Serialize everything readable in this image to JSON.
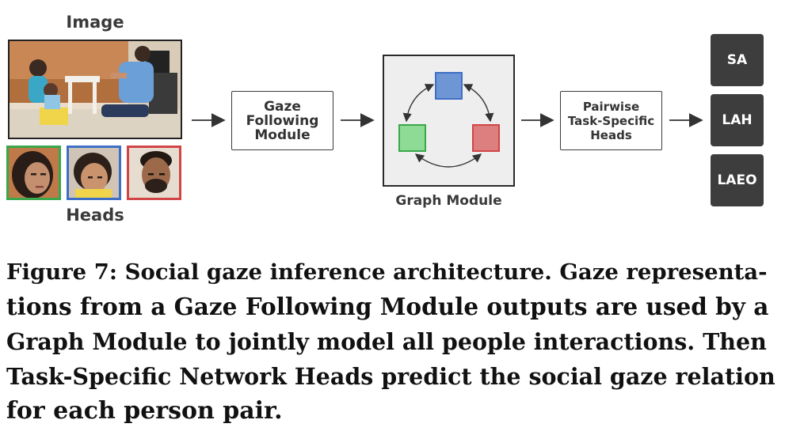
{
  "figure": {
    "image_label": "Image",
    "heads_label": "Heads",
    "gaze_module": [
      "Gaze",
      "Following",
      "Module"
    ],
    "graph_module_label": "Graph Module",
    "heads_module": [
      "Pairwise",
      "Task-Specific",
      "Heads"
    ],
    "outputs": [
      "SA",
      "LAH",
      "LAEO"
    ],
    "node_colors": {
      "top": "#6e96d4",
      "left": "#8edb96",
      "right": "#dd7f7f"
    },
    "head_border_colors": {
      "left": "#3aa74a",
      "middle": "#3e6fc6",
      "right": "#d14545"
    }
  },
  "caption": {
    "lines": [
      "Figure 7: Social gaze inference architecture. Gaze representa-",
      "tions from a Gaze Following Module outputs are used by a",
      "Graph Module to jointly model all people interactions. Then",
      "Task-Specific Network Heads predict the social gaze relation",
      "for each person pair."
    ]
  }
}
